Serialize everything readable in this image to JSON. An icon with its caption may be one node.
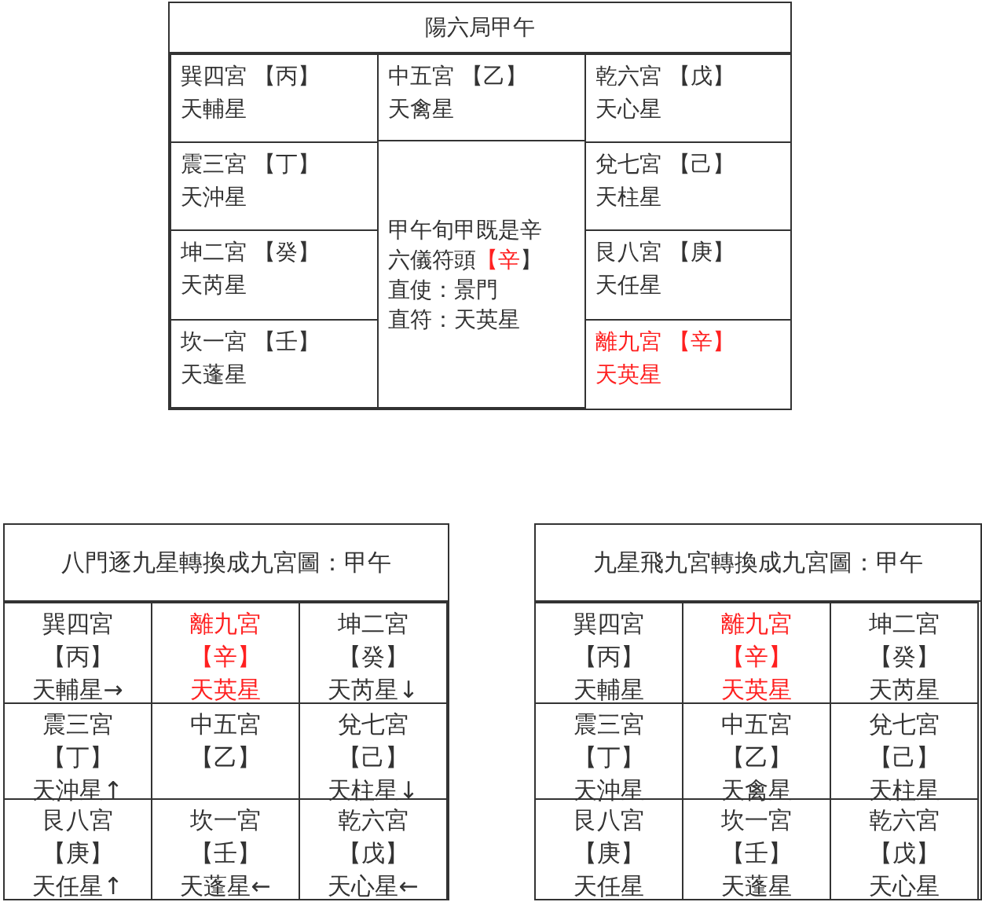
{
  "diagram": {
    "nodes": [
      {
        "text": [
          "陽六局甲午"
        ]
      },
      {
        "text": [
          "巽四宮",
          "【丙】",
          "天輔星"
        ],
        "in": 0
      },
      {
        "text": [
          "中五宮",
          "【乙】",
          "天禽星"
        ],
        "in": 0
      },
      {
        "text": [
          "乾六宮",
          "【戊】",
          "天心星"
        ],
        "in": 0
      },
      {
        "text": [
          "震三宮",
          "【丁】",
          "天沖星"
        ],
        "in": 0
      },
      {
        "text": [
          "甲午旬甲既是辛",
          "六儀符頭【辛】",
          "直使：景門",
          "直符：天英星"
        ],
        "in": 0
      },
      {
        "text": [
          "兌七宮",
          "【己】",
          "天柱星"
        ],
        "in": 0
      },
      {
        "text": [
          "坤二宮",
          "【癸】",
          "天芮星"
        ],
        "in": 0
      },
      {
        "text": [
          "艮八宮",
          "【庚】",
          "天任星"
        ],
        "in": 0
      },
      {
        "text": [
          "坎一宮",
          "【壬】",
          "天蓬星"
        ],
        "in": 0
      },
      {
        "text": [
          "離九宮",
          "【辛】",
          "天英星"
        ],
        "in": 0
      },
      {
        "text": [
          "八門逐九星轉換成九宮圖：甲午"
        ]
      },
      {
        "text": [
          "巽四宮",
          "【丙】",
          "天輔星→"
        ],
        "in": 11
      },
      {
        "text": [
          "離九宮",
          "【辛】",
          "天英星"
        ],
        "in": 11
      },
      {
        "text": [
          "坤二宮",
          "【癸】",
          "天芮星↓"
        ],
        "in": 11
      },
      {
        "text": [
          "震三宮",
          "【丁】",
          "天沖星↑"
        ],
        "in": 11
      },
      {
        "text": [
          "中五宮",
          "【乙】"
        ],
        "in": 11
      },
      {
        "text": [
          "兌七宮",
          "【己】",
          "天柱星↓"
        ],
        "in": 11
      },
      {
        "text": [
          "艮八宮",
          "【庚】",
          "天任星↑"
        ],
        "in": 11
      },
      {
        "text": [
          "坎一宮",
          "【壬】",
          "天蓬星←"
        ],
        "in": 11
      },
      {
        "text": [
          "乾六宮",
          "【戊】",
          "天心星←"
        ],
        "in": 11
      },
      {
        "text": [
          "九星飛九宮轉換成九宮圖：甲午"
        ]
      },
      {
        "text": [
          "巽四宮",
          "【丙】",
          "天輔星"
        ],
        "in": 21
      },
      {
        "text": [
          "離九宮",
          "【辛】",
          "天英星"
        ],
        "in": 21
      },
      {
        "text": [
          "坤二宮",
          "【癸】",
          "天芮星"
        ],
        "in": 21
      },
      {
        "text": [
          "震三宮",
          "【丁】",
          "天沖星"
        ],
        "in": 21
      },
      {
        "text": [
          "中五宮",
          "【乙】",
          "天禽星"
        ],
        "in": 21
      },
      {
        "text": [
          "兌七宮",
          "【己】",
          "天柱星"
        ],
        "in": 21
      },
      {
        "text": [
          "艮八宮",
          "【庚】",
          "天任星"
        ],
        "in": 21
      },
      {
        "text": [
          "坎一宮",
          "【壬】",
          "天蓬星"
        ],
        "in": 21
      },
      {
        "text": [
          "乾六宮",
          "【戊】",
          "天心星"
        ],
        "in": 21
      }
    ],
    "edges": []
  }
}
